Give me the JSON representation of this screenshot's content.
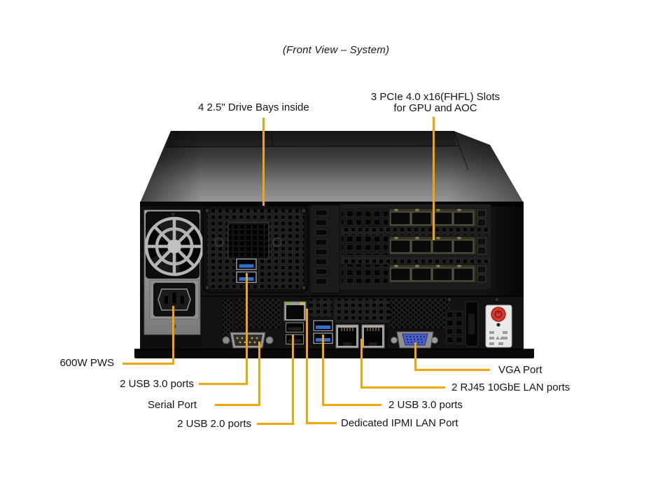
{
  "title": "(Front View – System)",
  "colors": {
    "callout": "#F2A700",
    "usb3_blue": "#2E6FD6",
    "vga_blue": "#4A5FC8",
    "power_button_red": "#D23B30",
    "background": "#FFFFFF"
  },
  "callouts": {
    "drive_bays": {
      "label": "4 2.5\" Drive Bays inside"
    },
    "pcie_slots": {
      "label_line1": "3 PCIe 4.0 x16(FHFL) Slots",
      "label_line2": "for GPU and AOC"
    },
    "pws": {
      "label": "600W PWS"
    },
    "usb3_left": {
      "label": "2 USB 3.0 ports"
    },
    "serial": {
      "label": "Serial Port"
    },
    "usb2": {
      "label": "2 USB 2.0 ports"
    },
    "vga": {
      "label": "VGA Port"
    },
    "lan": {
      "label": "2 RJ45 10GbE LAN ports"
    },
    "usb3_right": {
      "label": "2 USB 3.0 ports"
    },
    "ipmi": {
      "label": "Dedicated IPMI  LAN Port"
    }
  }
}
